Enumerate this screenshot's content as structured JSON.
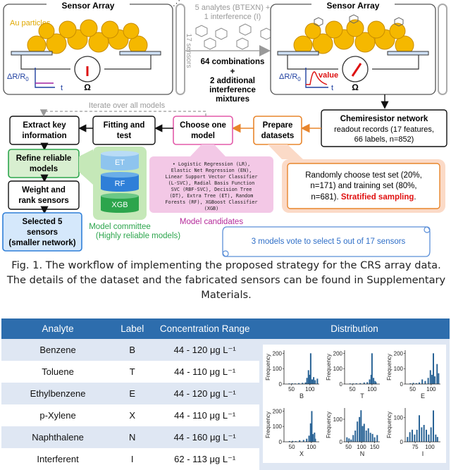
{
  "diagram": {
    "left_array_title": "Sensor Array",
    "right_array_title": "Sensor Array",
    "au_particles_label": "Au particles",
    "side_label": "17 sensors",
    "analytes_label_line1": "5 analytes (BTEXN) +",
    "analytes_label_line2": "1 interference (I)",
    "dr_label": "ΔR/R",
    "dr_sub": "0",
    "t_label": "t",
    "omega_label": "Ω",
    "value_label": "value",
    "combinations_line1": "64 combinations",
    "combinations_line2": "+",
    "combinations_line3": "2 additional",
    "combinations_line4": "interference",
    "combinations_line5": "mixtures",
    "iterate_label": "Iterate over all models",
    "readout_line1": "Chemiresistor network",
    "readout_line2": "readout records (17 features,",
    "readout_line3": "66 labels, n=852)",
    "prepare_line1": "Prepare",
    "prepare_line2": "datasets",
    "choose_line1": "Choose one",
    "choose_line2": "model",
    "fitting_line1": "Fitting and",
    "fitting_line2": "test",
    "extract_line1": "Extract key",
    "extract_line2": "information",
    "refine_line1": "Refine reliable",
    "refine_line2": "models",
    "weight_line1": "Weight and",
    "weight_line2": "rank sensors",
    "selected_line1": "Selected 5",
    "selected_line2": "sensors",
    "selected_line3": "(smaller network)",
    "et_label": "ET",
    "rf_label": "RF",
    "xgb_label": "XGB",
    "committee_line1": "Model committee",
    "committee_line2": "(Highly reliable models)",
    "candidates_lines": [
      "• Logistic Regression (LR),",
      "Elastic Net Regression (EN),",
      "Linear Support Vector Classifier",
      "(L-SVC), Radial Basis Function",
      "SVC (RBF-SVC), Decision Tree",
      "(DT), Extra Tree (ET), Random",
      "Forests (RF), XGBoost Classifier",
      "(XGB)"
    ],
    "candidates_title": "Model candidates",
    "split_line1": "Randomly choose test set (20%,",
    "split_line2": "n=171) and training set (80%,",
    "split_line3": "n=681). ",
    "split_red": "Stratified sampling",
    "split_end": ".",
    "vote_label": "3 models vote to select 5 out of 17 sensors"
  },
  "caption": "Fig. 1. The workflow of implementing the proposed strategy for the CRS array data. The details of the dataset and the fabricated sensors can be found in Supplementary Materials.",
  "table": {
    "headers": [
      "Analyte",
      "Label",
      "Concentration Range",
      "Distribution"
    ],
    "rows": [
      {
        "analyte": "Benzene",
        "label": "B",
        "range": "44 - 120 μg L⁻¹"
      },
      {
        "analyte": "Toluene",
        "label": "T",
        "range": "44 - 110 μg L⁻¹"
      },
      {
        "analyte": "Ethylbenzene",
        "label": "E",
        "range": "44 - 120 μg L⁻¹"
      },
      {
        "analyte": "p-Xylene",
        "label": "X",
        "range": "44 - 110 μg L⁻¹"
      },
      {
        "analyte": "Naphthalene",
        "label": "N",
        "range": "44 - 160 μg L⁻¹"
      },
      {
        "analyte": "Interferent",
        "label": "I",
        "range": "62 - 113 μg L⁻¹"
      }
    ]
  },
  "histograms": [
    {
      "xlabel": "B",
      "ylabel": "Frequency",
      "yticks": [
        0,
        100,
        200
      ],
      "ymax": 220,
      "xticks": [
        50,
        100
      ],
      "xrange": [
        30,
        125
      ],
      "bars": [
        [
          44,
          4
        ],
        [
          52,
          5
        ],
        [
          60,
          4
        ],
        [
          70,
          6
        ],
        [
          80,
          8
        ],
        [
          88,
          10
        ],
        [
          92,
          40
        ],
        [
          96,
          90
        ],
        [
          99,
          60
        ],
        [
          102,
          200
        ],
        [
          106,
          30
        ],
        [
          110,
          45
        ],
        [
          114,
          25
        ],
        [
          120,
          35
        ]
      ]
    },
    {
      "xlabel": "T",
      "ylabel": "Frequency",
      "yticks": [
        0,
        100,
        200
      ],
      "ymax": 220,
      "xticks": [
        50,
        100
      ],
      "xrange": [
        30,
        120
      ],
      "bars": [
        [
          44,
          4
        ],
        [
          52,
          4
        ],
        [
          60,
          5
        ],
        [
          70,
          6
        ],
        [
          80,
          10
        ],
        [
          88,
          12
        ],
        [
          94,
          30
        ],
        [
          98,
          60
        ],
        [
          100,
          200
        ],
        [
          104,
          40
        ],
        [
          108,
          20
        ],
        [
          110,
          12
        ]
      ]
    },
    {
      "xlabel": "E",
      "ylabel": "Frequency",
      "yticks": [
        0,
        100,
        200
      ],
      "ymax": 220,
      "xticks": [
        50,
        100
      ],
      "xrange": [
        30,
        125
      ],
      "bars": [
        [
          44,
          5
        ],
        [
          52,
          8
        ],
        [
          60,
          6
        ],
        [
          68,
          10
        ],
        [
          76,
          30
        ],
        [
          84,
          20
        ],
        [
          92,
          40
        ],
        [
          98,
          90
        ],
        [
          102,
          60
        ],
        [
          106,
          200
        ],
        [
          110,
          50
        ],
        [
          116,
          130
        ],
        [
          120,
          70
        ]
      ]
    },
    {
      "xlabel": "X",
      "ylabel": "Frequency",
      "yticks": [
        0,
        100,
        200
      ],
      "ymax": 220,
      "xticks": [
        50,
        100
      ],
      "xrange": [
        30,
        120
      ],
      "bars": [
        [
          44,
          5
        ],
        [
          52,
          6
        ],
        [
          60,
          5
        ],
        [
          70,
          10
        ],
        [
          80,
          12
        ],
        [
          88,
          20
        ],
        [
          94,
          40
        ],
        [
          98,
          120
        ],
        [
          101,
          200
        ],
        [
          104,
          50
        ],
        [
          108,
          60
        ],
        [
          110,
          20
        ]
      ]
    },
    {
      "xlabel": "N",
      "ylabel": "Frequency",
      "yticks": [
        0,
        100
      ],
      "ymax": 150,
      "xticks": [
        50,
        100,
        150
      ],
      "xrange": [
        35,
        170
      ],
      "bars": [
        [
          44,
          20
        ],
        [
          52,
          15
        ],
        [
          60,
          10
        ],
        [
          68,
          30
        ],
        [
          76,
          50
        ],
        [
          84,
          90
        ],
        [
          92,
          110
        ],
        [
          98,
          140
        ],
        [
          104,
          70
        ],
        [
          110,
          80
        ],
        [
          118,
          50
        ],
        [
          126,
          60
        ],
        [
          134,
          40
        ],
        [
          142,
          35
        ],
        [
          150,
          20
        ],
        [
          160,
          30
        ]
      ]
    },
    {
      "xlabel": "I",
      "ylabel": "Frequency",
      "yticks": [
        0,
        100
      ],
      "ymax": 140,
      "xticks": [
        75,
        100
      ],
      "xrange": [
        58,
        118
      ],
      "bars": [
        [
          62,
          20
        ],
        [
          66,
          40
        ],
        [
          70,
          50
        ],
        [
          74,
          30
        ],
        [
          78,
          50
        ],
        [
          82,
          110
        ],
        [
          86,
          60
        ],
        [
          90,
          70
        ],
        [
          94,
          50
        ],
        [
          98,
          30
        ],
        [
          102,
          60
        ],
        [
          106,
          130
        ],
        [
          110,
          30
        ],
        [
          113,
          20
        ]
      ]
    }
  ],
  "colors": {
    "header_bg": "#2d6dad",
    "row_band": "#dfe7f3",
    "bar": "#2a6496",
    "gold": "#f5b800",
    "orange_box": "#e8852c",
    "pink_box": "#e35aa9",
    "green_box": "#2ca54c",
    "blue_box": "#2f7fd8"
  }
}
